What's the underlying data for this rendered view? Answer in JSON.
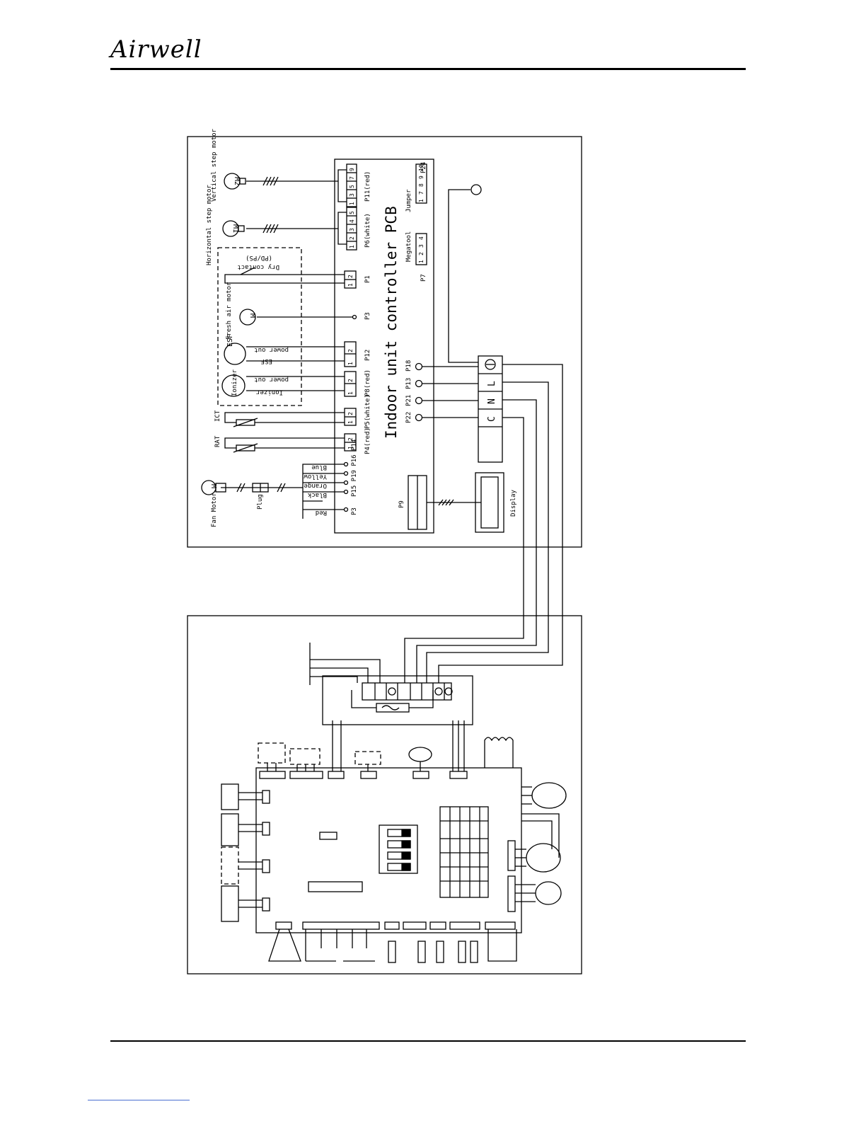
{
  "header": {
    "brand": "Airwell"
  },
  "pcb": {
    "title": "Indoor unit controller PCB",
    "connectors": {
      "p11": "P11(red)",
      "p6": "P6(white)",
      "p1": "P1",
      "p3_fresh": "P3",
      "p12": "P12",
      "p8": "P8(red)",
      "p5": "P5(white)",
      "p4": "P4(red)",
      "p15_group": "P15 P19 P16 P14",
      "p3_fan": "P3",
      "p9": "P9",
      "p7": "P7",
      "p24": "P24",
      "p18": "P18",
      "p13": "P13",
      "p21": "P21",
      "p22": "P22"
    },
    "pins": {
      "p11": [
        "1",
        "3",
        "5",
        "7",
        "9"
      ],
      "p6": [
        "1",
        "2",
        "3",
        "4",
        "5"
      ],
      "two_pin": [
        "1",
        "2"
      ],
      "megatool": [
        "1",
        "2",
        "3",
        "4"
      ],
      "jumper": [
        "1",
        "7",
        "8",
        "9",
        "10"
      ]
    },
    "labels": {
      "megatool": "Megatool",
      "jumper": "Jumper",
      "vertical_motor": "Vertical step motor",
      "horizontal_motor": "Horizontal step motor",
      "dry_contact": "Dry contact",
      "dry_contact_sub": "(PD/PS)",
      "fresh_air_motor": "Fresh air motor",
      "esf": "ESF",
      "esf_power_out": "power out",
      "esf_label": "ESF",
      "ionizer": "Ionizer",
      "ionizer_power_out": "power out",
      "ionizer_label": "Ionizer",
      "ict": "ICT",
      "rat": "RAT",
      "fan_motor": "Fan Motor",
      "plug": "Plug",
      "display": "Display",
      "m2": "M2",
      "m1": "M1",
      "m": "M",
      "m_fan": "M"
    },
    "wire_colors": [
      "Blue",
      "Yellow",
      "Orange",
      "Black",
      "Red"
    ],
    "terminal_block": [
      "L",
      "N",
      "C"
    ]
  }
}
